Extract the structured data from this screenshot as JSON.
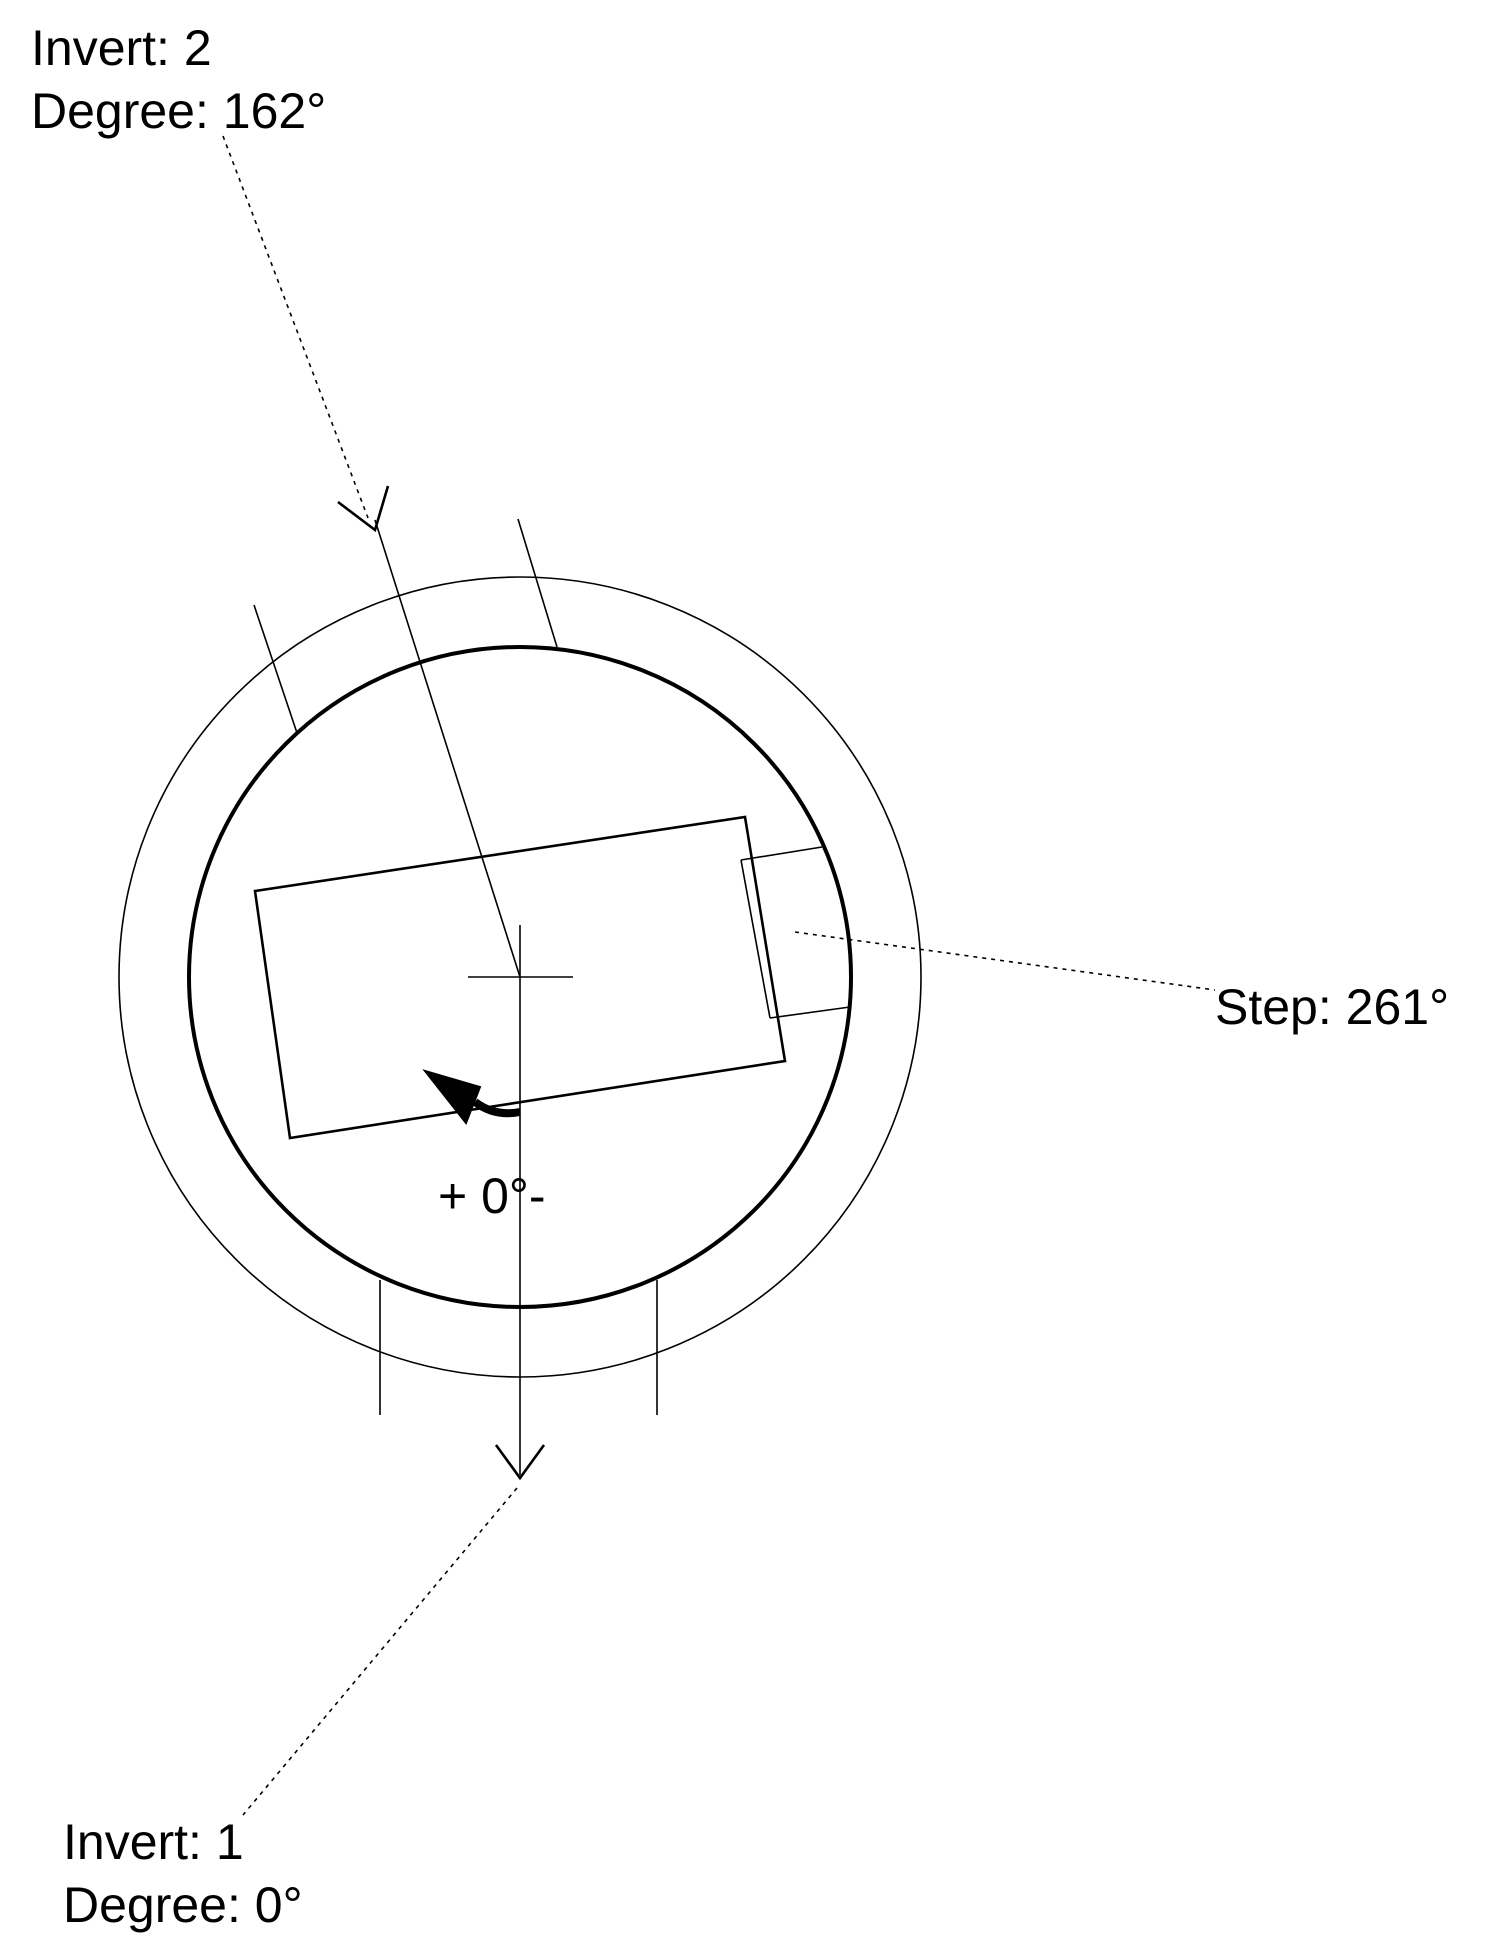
{
  "labels": {
    "invert_top": "Invert: 2",
    "degree_top": "Degree: 162°",
    "step": "Step: 261°",
    "rotation": "+ 0°-",
    "invert_bottom": "Invert: 1",
    "degree_bottom": "Degree: 0°"
  },
  "colors": {
    "ink": "#000000",
    "background": "#ffffff"
  }
}
